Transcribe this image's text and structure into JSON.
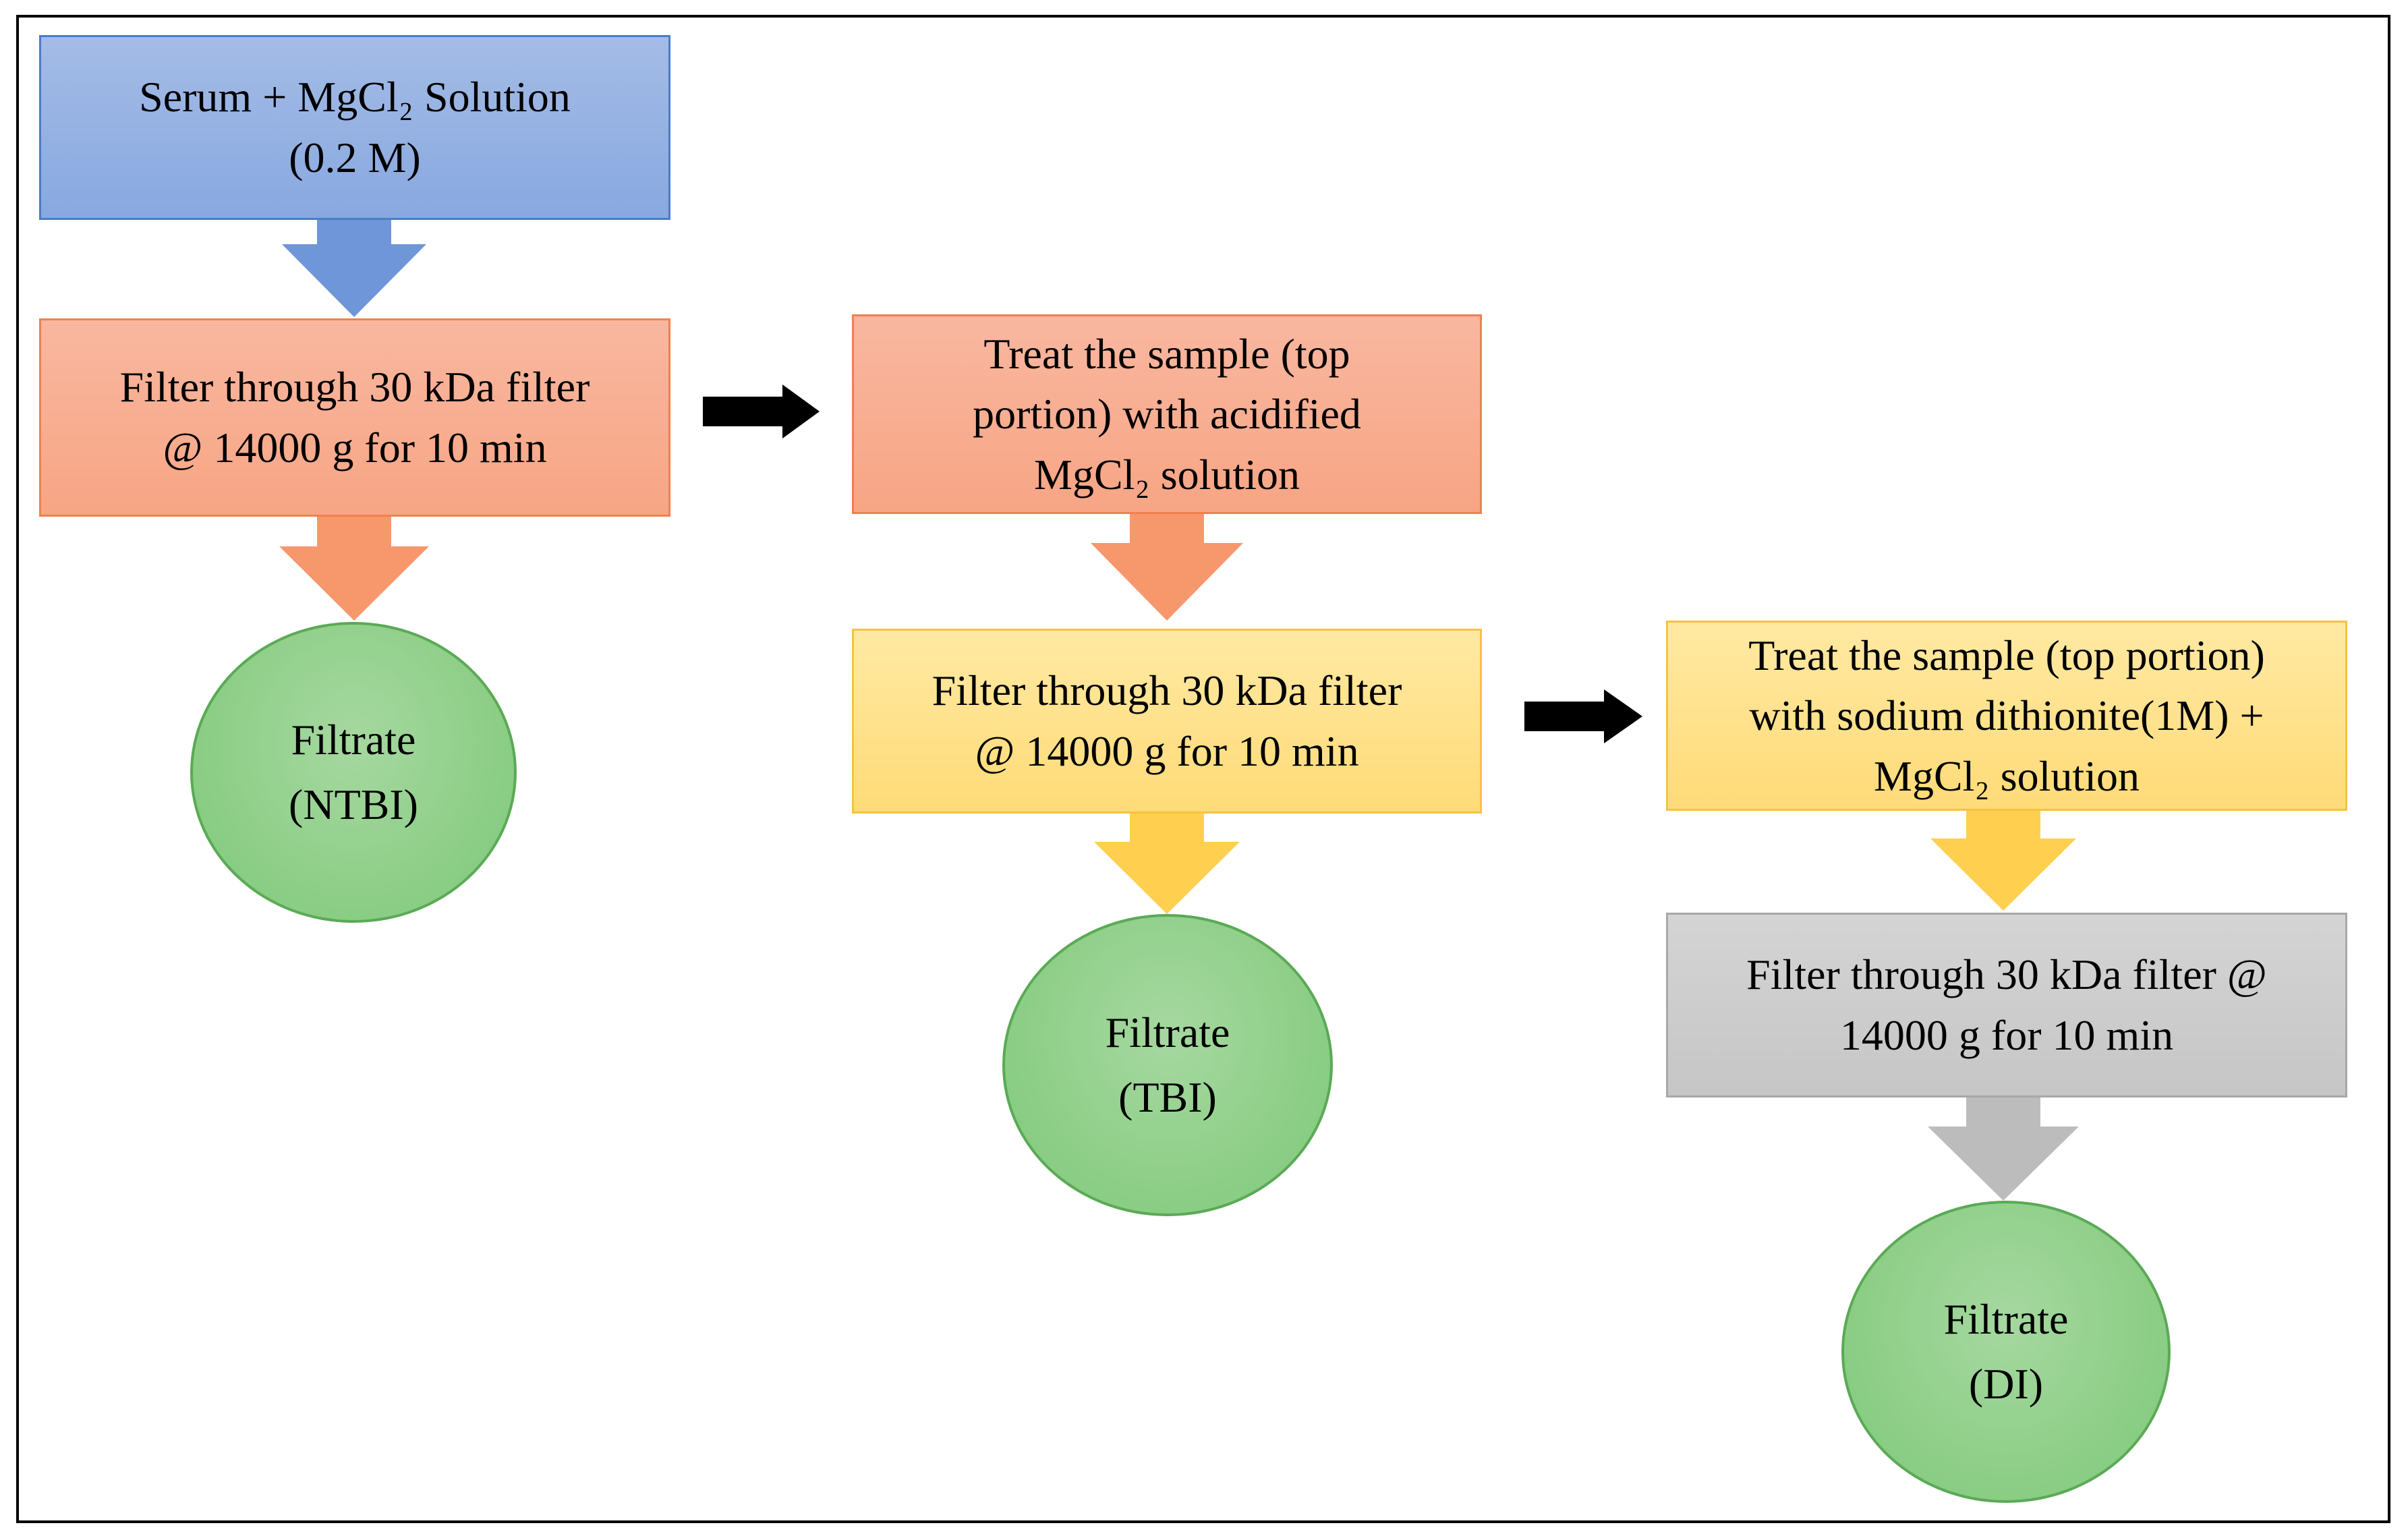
{
  "steps": {
    "serum": {
      "text": "Serum + MgCl₂ Solution\n(0.2 M)",
      "color": "#8eacE2"
    },
    "filter1": {
      "text": "Filter  through  30 kDa filter\n@ 14000 g for 10 min",
      "color": "#f8ab8c"
    },
    "filtrate1": {
      "text": "Filtrate\n(NTBI)",
      "color": "#8fd08a"
    },
    "treat_acid": {
      "text": "Treat the sample  (top\nportion)  with acidified\nMgCl₂ solution",
      "color": "#f8ab8c"
    },
    "filter2": {
      "text": "Filter  through  30 kDa filter\n@ 14000 g for 10 min",
      "color": "#ffdf85"
    },
    "filtrate2": {
      "text": "Filtrate\n(TBI)",
      "color": "#8fd08a"
    },
    "treat_dithionite": {
      "text": "Treat the sample  (top portion)\nwith  sodium  dithionite(1M)  +\nMgCl₂ solution",
      "color": "#ffdf85"
    },
    "filter3": {
      "text": "Filter  through  30 kDa filter  @\n14000 g for 10 min",
      "color": "#c9c9c9"
    },
    "filtrate3": {
      "text": "Filtrate\n(DI)",
      "color": "#8fd08a"
    }
  }
}
